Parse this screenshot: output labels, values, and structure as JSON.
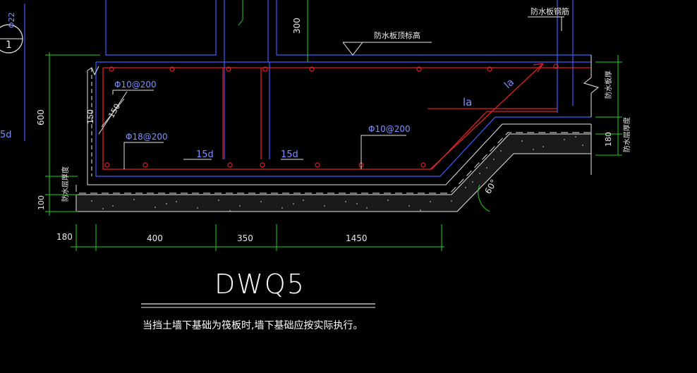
{
  "colors": {
    "background": "#000000",
    "outline": "#3c5cff",
    "rebar": "#e02020",
    "dimension": "#20d020",
    "leader": "#e8e8e8",
    "label_blue": "#8090ff",
    "text_white": "#ffffff",
    "concrete": "#909090"
  },
  "labels": {
    "circle_marker": "1",
    "corner_label_top": "Φ22",
    "corner_label_side": "5d",
    "dim_300": "300",
    "waterproof_top_level": "防水板顶标高",
    "waterproof_rebar": "防水板钢筋",
    "waterproof_thickness_right": "防水板厚",
    "cushion_thickness_right": "防水层厚度",
    "dim_180_right": "180",
    "rebar_top": "Φ10@200",
    "dim_150_a": "150",
    "dim_150_b": "150",
    "rebar_bottom_left": "Φ18@200",
    "rebar_bottom_right": "Φ10@200",
    "anchor_15d_a": "15d",
    "anchor_15d_b": "15d",
    "la_label_1": "la",
    "la_label_2": "la",
    "dim_600": "600",
    "cushion_thickness_left": "防水层厚度",
    "dim_100": "100",
    "angle": "60°",
    "dim_bottom_180": "180",
    "dim_bottom_400": "400",
    "dim_bottom_350": "350",
    "dim_bottom_1450": "1450",
    "drawing_title": "DWQ5",
    "note": "当挡土墙下基础为筏板时,墙下基础应按实际执行。"
  }
}
